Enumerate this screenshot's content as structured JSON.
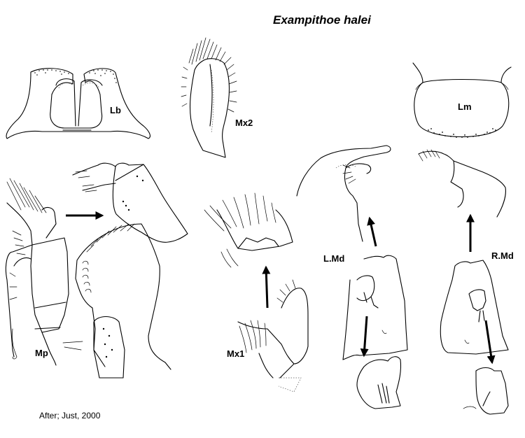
{
  "title": "Exampithoe halei",
  "credit": "After; Just, 2000",
  "labels": {
    "lb": "Lb",
    "mx2": "Mx2",
    "lm": "Lm",
    "mp": "Mp",
    "mx1": "Mx1",
    "lmd": "L.Md",
    "rmd": "R.Md"
  }
}
